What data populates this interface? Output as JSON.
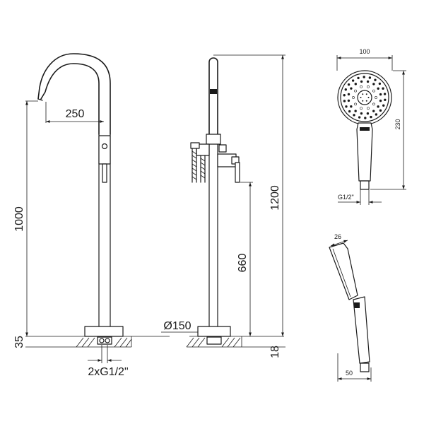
{
  "dimensions": {
    "spout_reach": "250",
    "height_to_spout": "1000",
    "floor_depth": "35",
    "inlets": "2xG1/2\"",
    "base_diameter": "Ø150",
    "valve_height": "660",
    "total_height": "1200",
    "base_depth": "18",
    "handshower_head_width": "100",
    "handshower_length": "230",
    "handshower_connection": "G1/2\"",
    "handshower_head_depth": "26",
    "handshower_handle_width": "50"
  },
  "colors": {
    "line": "#1a1a1a",
    "background": "#ffffff"
  }
}
